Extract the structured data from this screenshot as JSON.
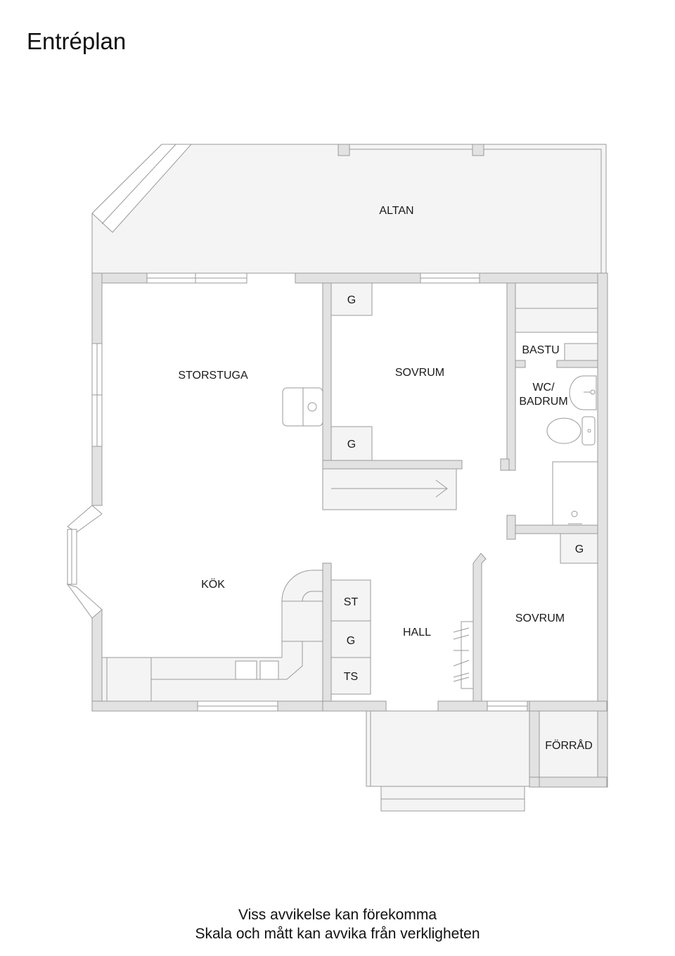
{
  "header": {
    "title": "Entréplan"
  },
  "rooms": {
    "altan": "ALTAN",
    "storstuga": "STORSTUGA",
    "sovrum_1": "SOVRUM",
    "bastu": "BASTU",
    "wc_line1": "WC/",
    "wc_line2": "BADRUM",
    "kok": "KÖK",
    "hall": "HALL",
    "sovrum_2": "SOVRUM",
    "forrad": "FÖRRÅD"
  },
  "fixtures": {
    "g_top": "G",
    "g_mid": "G",
    "g_right": "G",
    "st": "ST",
    "g_hall": "G",
    "ts": "TS"
  },
  "footer": {
    "line1": "Viss avvikelse kan förekomma",
    "line2": "Skala och mått kan avvika från verkligheten"
  }
}
